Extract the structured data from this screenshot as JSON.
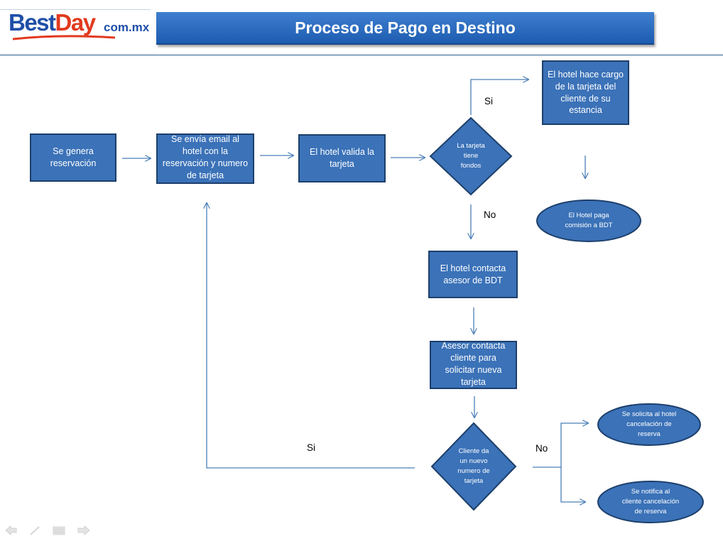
{
  "header": {
    "brand_main_pre": "Best",
    "brand_main_post": "Day",
    "brand_suffix": "com.mx",
    "title": "Proceso  de Pago en Destino"
  },
  "colors": {
    "node_fill": "#3b72b8",
    "node_border": "#1d3f6b",
    "arrow": "#4a7fb8",
    "header_bar": "#2a6ac0"
  },
  "flow": {
    "n_genera": "Se genera reservación",
    "n_email": "Se  envía email al hotel con la reservación y numero de tarjeta",
    "n_valida": "El hotel valida la tarjeta",
    "n_fondos": "La tarjeta tiene fondos",
    "n_cargo": "El hotel hace cargo de la tarjeta del cliente de su estancia",
    "n_comision": "El Hotel  paga comisión a BDT",
    "n_contacta": "El hotel  contacta asesor de BDT",
    "n_asesor": "Asesor contacta cliente para solicitar nueva tarjeta",
    "n_nuevo": "Cliente da un nuevo numero de tarjeta",
    "n_cancel_hotel": "Se solicita al hotel cancelación de reserva",
    "n_notifica": "Se notifica  al cliente cancelación de reserva",
    "label_si_1": "Si",
    "label_no_1": "No",
    "label_si_2": "Si",
    "label_no_2": "No"
  },
  "nav_icons": [
    "arrow-left-icon",
    "pen-icon",
    "menu-icon",
    "arrow-right-icon"
  ]
}
